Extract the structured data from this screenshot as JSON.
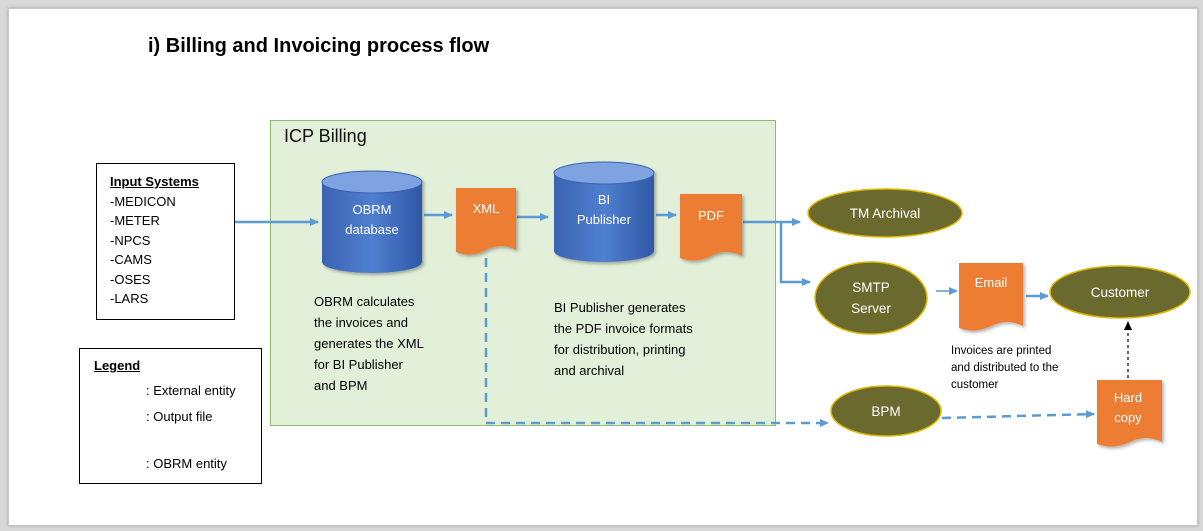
{
  "title": "i) Billing and Invoicing process flow",
  "container": {
    "label": "ICP Billing"
  },
  "input_systems": {
    "heading": "Input Systems",
    "items": [
      "-MEDICON",
      "-METER",
      "-NPCS",
      "-CAMS",
      "-OSES",
      "-LARS"
    ]
  },
  "nodes": {
    "obrm_db": [
      "OBRM",
      "database"
    ],
    "xml": "XML",
    "bi_publisher": [
      "BI",
      "Publisher"
    ],
    "pdf": "PDF",
    "tm_archival": "TM Archival",
    "smtp_server": [
      "SMTP",
      "Server"
    ],
    "email": "Email",
    "customer": "Customer",
    "bpm": "BPM",
    "hard_copy": [
      "Hard",
      "copy"
    ]
  },
  "notes": {
    "obrm": [
      "OBRM calculates",
      "the invoices and",
      "generates the XML",
      "for BI Publisher",
      "and BPM"
    ],
    "bi_publisher": [
      "BI Publisher generates",
      "the PDF invoice formats",
      "for distribution, printing",
      "and archival"
    ],
    "printed": [
      "Invoices are printed",
      "and distributed to the",
      "customer"
    ]
  },
  "legend": {
    "title": "Legend",
    "items": [
      {
        "symbol": "ellipse",
        "label": ": External entity"
      },
      {
        "symbol": "document",
        "label": ": Output file"
      },
      {
        "symbol": "cylinder",
        "label": ": OBRM entity"
      }
    ]
  },
  "colors": {
    "db_blue": "#4472c4",
    "doc_orange": "#ed7d31",
    "ellipse_olive": "#6b6a2e",
    "ellipse_border": "#e0b800",
    "arrow_blue": "#5b9bd5",
    "container_green": "#e2efd9"
  }
}
